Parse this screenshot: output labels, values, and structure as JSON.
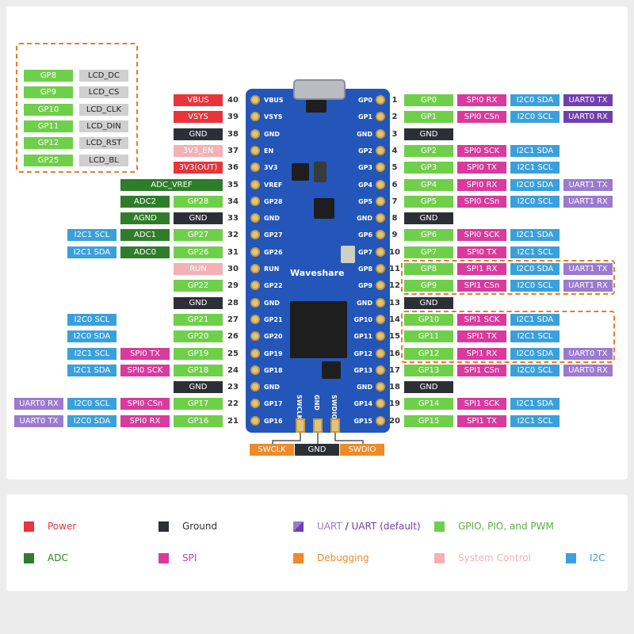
{
  "colors": {
    "power": "#e8343a",
    "ground": "#2d2f36",
    "uart": "#6f3fae",
    "uart_light": "#9b7ad0",
    "gpio": "#6fcf4a",
    "adc": "#2f7d2a",
    "spi": "#d93a9e",
    "debug": "#ef8a2a",
    "sysctl": "#f3b1b5",
    "i2c": "#3aa0dc",
    "lcd": "#cfcfcf"
  },
  "lcd_box": {
    "rows": [
      {
        "gp": "GP8",
        "fn": "LCD_DC"
      },
      {
        "gp": "GP9",
        "fn": "LCD_CS"
      },
      {
        "gp": "GP10",
        "fn": "LCD_CLK"
      },
      {
        "gp": "GP11",
        "fn": "LCD_DIN"
      },
      {
        "gp": "GP12",
        "fn": "LCD_RST"
      },
      {
        "gp": "GP25",
        "fn": "LCD_BL"
      }
    ]
  },
  "left_pins": [
    {
      "num": "40",
      "board": "VBUS",
      "labels": [
        {
          "t": "VBUS",
          "c": "power"
        }
      ]
    },
    {
      "num": "39",
      "board": "VSYS",
      "labels": [
        {
          "t": "VSYS",
          "c": "power"
        }
      ]
    },
    {
      "num": "38",
      "board": "GND",
      "labels": [
        {
          "t": "GND",
          "c": "ground"
        }
      ]
    },
    {
      "num": "37",
      "board": "EN",
      "labels": [
        {
          "t": "3V3_EN",
          "c": "sysctl"
        }
      ]
    },
    {
      "num": "36",
      "board": "3V3",
      "labels": [
        {
          "t": "3V3(OUT)",
          "c": "power"
        }
      ]
    },
    {
      "num": "35",
      "board": "VREF",
      "labels": [
        {
          "t": "ADC_VREF",
          "c": "adc"
        }
      ]
    },
    {
      "num": "34",
      "board": "GP28",
      "labels": [
        {
          "t": "GP28",
          "c": "gpio"
        },
        {
          "t": "ADC2",
          "c": "adc"
        }
      ]
    },
    {
      "num": "33",
      "board": "GND",
      "labels": [
        {
          "t": "GND",
          "c": "ground"
        },
        {
          "t": "AGND",
          "c": "adc"
        }
      ]
    },
    {
      "num": "32",
      "board": "GP27",
      "labels": [
        {
          "t": "GP27",
          "c": "gpio"
        },
        {
          "t": "ADC1",
          "c": "adc"
        },
        {
          "t": "I2C1 SCL",
          "c": "i2c"
        }
      ]
    },
    {
      "num": "31",
      "board": "GP26",
      "labels": [
        {
          "t": "GP26",
          "c": "gpio"
        },
        {
          "t": "ADC0",
          "c": "adc"
        },
        {
          "t": "I2C1 SDA",
          "c": "i2c"
        }
      ]
    },
    {
      "num": "30",
      "board": "RUN",
      "labels": [
        {
          "t": "RUN",
          "c": "sysctl"
        }
      ]
    },
    {
      "num": "29",
      "board": "GP22",
      "labels": [
        {
          "t": "GP22",
          "c": "gpio"
        }
      ]
    },
    {
      "num": "28",
      "board": "GND",
      "labels": [
        {
          "t": "GND",
          "c": "ground"
        }
      ]
    },
    {
      "num": "27",
      "board": "GP21",
      "labels": [
        {
          "t": "GP21",
          "c": "gpio"
        },
        {
          "t": "",
          "c": ""
        },
        {
          "t": "I2C0 SCL",
          "c": "i2c"
        }
      ]
    },
    {
      "num": "26",
      "board": "GP20",
      "labels": [
        {
          "t": "GP20",
          "c": "gpio"
        },
        {
          "t": "",
          "c": ""
        },
        {
          "t": "I2C0 SDA",
          "c": "i2c"
        }
      ]
    },
    {
      "num": "25",
      "board": "GP19",
      "labels": [
        {
          "t": "GP19",
          "c": "gpio"
        },
        {
          "t": "SPI0 TX",
          "c": "spi"
        },
        {
          "t": "I2C1 SCL",
          "c": "i2c"
        }
      ]
    },
    {
      "num": "24",
      "board": "GP18",
      "labels": [
        {
          "t": "GP18",
          "c": "gpio"
        },
        {
          "t": "SPI0 SCK",
          "c": "spi"
        },
        {
          "t": "I2C1 SDA",
          "c": "i2c"
        }
      ]
    },
    {
      "num": "23",
      "board": "GND",
      "labels": [
        {
          "t": "GND",
          "c": "ground"
        }
      ]
    },
    {
      "num": "22",
      "board": "GP17",
      "labels": [
        {
          "t": "GP17",
          "c": "gpio"
        },
        {
          "t": "SPI0 CSn",
          "c": "spi"
        },
        {
          "t": "I2C0 SCL",
          "c": "i2c"
        },
        {
          "t": "UART0 RX",
          "c": "uart_light"
        }
      ]
    },
    {
      "num": "21",
      "board": "GP16",
      "labels": [
        {
          "t": "GP16",
          "c": "gpio"
        },
        {
          "t": "SPI0 RX",
          "c": "spi"
        },
        {
          "t": "I2C0 SDA",
          "c": "i2c"
        },
        {
          "t": "UART0 TX",
          "c": "uart_light"
        }
      ]
    }
  ],
  "right_pins": [
    {
      "num": "1",
      "board": "GP0",
      "labels": [
        {
          "t": "GP0",
          "c": "gpio"
        },
        {
          "t": "SPI0 RX",
          "c": "spi"
        },
        {
          "t": "I2C0 SDA",
          "c": "i2c"
        },
        {
          "t": "UART0 TX",
          "c": "uart"
        }
      ]
    },
    {
      "num": "2",
      "board": "GP1",
      "labels": [
        {
          "t": "GP1",
          "c": "gpio"
        },
        {
          "t": "SPI0 CSn",
          "c": "spi"
        },
        {
          "t": "I2C0 SCL",
          "c": "i2c"
        },
        {
          "t": "UART0 RX",
          "c": "uart"
        }
      ]
    },
    {
      "num": "3",
      "board": "GND",
      "labels": [
        {
          "t": "GND",
          "c": "ground"
        }
      ]
    },
    {
      "num": "4",
      "board": "GP2",
      "labels": [
        {
          "t": "GP2",
          "c": "gpio"
        },
        {
          "t": "SPI0 SCK",
          "c": "spi"
        },
        {
          "t": "I2C1 SDA",
          "c": "i2c"
        }
      ]
    },
    {
      "num": "5",
      "board": "GP3",
      "labels": [
        {
          "t": "GP3",
          "c": "gpio"
        },
        {
          "t": "SPI0 TX",
          "c": "spi"
        },
        {
          "t": "I2C1 SCL",
          "c": "i2c"
        }
      ]
    },
    {
      "num": "6",
      "board": "GP4",
      "labels": [
        {
          "t": "GP4",
          "c": "gpio"
        },
        {
          "t": "SPI0 RX",
          "c": "spi"
        },
        {
          "t": "I2C0 SDA",
          "c": "i2c"
        },
        {
          "t": "UART1 TX",
          "c": "uart_light"
        }
      ]
    },
    {
      "num": "7",
      "board": "GP5",
      "labels": [
        {
          "t": "GP5",
          "c": "gpio"
        },
        {
          "t": "SPI0 CSn",
          "c": "spi"
        },
        {
          "t": "I2C0 SCL",
          "c": "i2c"
        },
        {
          "t": "UART1 RX",
          "c": "uart_light"
        }
      ]
    },
    {
      "num": "8",
      "board": "GND",
      "labels": [
        {
          "t": "GND",
          "c": "ground"
        }
      ]
    },
    {
      "num": "9",
      "board": "GP6",
      "labels": [
        {
          "t": "GP6",
          "c": "gpio"
        },
        {
          "t": "SPI0 SCK",
          "c": "spi"
        },
        {
          "t": "I2C1 SDA",
          "c": "i2c"
        }
      ]
    },
    {
      "num": "10",
      "board": "GP7",
      "labels": [
        {
          "t": "GP7",
          "c": "gpio"
        },
        {
          "t": "SPI0 TX",
          "c": "spi"
        },
        {
          "t": "I2C1 SCL",
          "c": "i2c"
        }
      ]
    },
    {
      "num": "11",
      "board": "GP8",
      "labels": [
        {
          "t": "GP8",
          "c": "gpio"
        },
        {
          "t": "SPI1 RX",
          "c": "spi"
        },
        {
          "t": "I2C0 SDA",
          "c": "i2c"
        },
        {
          "t": "UART1 TX",
          "c": "uart_light"
        }
      ]
    },
    {
      "num": "12",
      "board": "GP9",
      "labels": [
        {
          "t": "GP9",
          "c": "gpio"
        },
        {
          "t": "SPI1 CSn",
          "c": "spi"
        },
        {
          "t": "I2C0 SCL",
          "c": "i2c"
        },
        {
          "t": "UART1 RX",
          "c": "uart_light"
        }
      ]
    },
    {
      "num": "13",
      "board": "GND",
      "labels": [
        {
          "t": "GND",
          "c": "ground"
        }
      ]
    },
    {
      "num": "14",
      "board": "GP10",
      "labels": [
        {
          "t": "GP10",
          "c": "gpio"
        },
        {
          "t": "SPI1 SCK",
          "c": "spi"
        },
        {
          "t": "I2C1 SDA",
          "c": "i2c"
        }
      ]
    },
    {
      "num": "15",
      "board": "GP11",
      "labels": [
        {
          "t": "GP11",
          "c": "gpio"
        },
        {
          "t": "SPI1 TX",
          "c": "spi"
        },
        {
          "t": "I2C1 SCL",
          "c": "i2c"
        }
      ]
    },
    {
      "num": "16",
      "board": "GP12",
      "labels": [
        {
          "t": "GP12",
          "c": "gpio"
        },
        {
          "t": "SPI1 RX",
          "c": "spi"
        },
        {
          "t": "I2C0 SDA",
          "c": "i2c"
        },
        {
          "t": "UART0 TX",
          "c": "uart_light"
        }
      ]
    },
    {
      "num": "17",
      "board": "GP13",
      "labels": [
        {
          "t": "GP13",
          "c": "gpio"
        },
        {
          "t": "SPI1 CSn",
          "c": "spi"
        },
        {
          "t": "I2C0 SCL",
          "c": "i2c"
        },
        {
          "t": "UART0 RX",
          "c": "uart_light"
        }
      ]
    },
    {
      "num": "18",
      "board": "GND",
      "labels": [
        {
          "t": "GND",
          "c": "ground"
        }
      ]
    },
    {
      "num": "19",
      "board": "GP14",
      "labels": [
        {
          "t": "GP14",
          "c": "gpio"
        },
        {
          "t": "SPI1 SCK",
          "c": "spi"
        },
        {
          "t": "I2C1 SDA",
          "c": "i2c"
        }
      ]
    },
    {
      "num": "20",
      "board": "GP15",
      "labels": [
        {
          "t": "GP15",
          "c": "gpio"
        },
        {
          "t": "SPI1 TX",
          "c": "spi"
        },
        {
          "t": "I2C1 SCL",
          "c": "i2c"
        }
      ]
    }
  ],
  "debug_labels": [
    {
      "t": "SWCLK",
      "c": "debug"
    },
    {
      "t": "GND",
      "c": "ground"
    },
    {
      "t": "SWDIO",
      "c": "debug"
    }
  ],
  "board_text": {
    "brand": "Waveshare",
    "swclk": "SWCLK",
    "gnd": "GND",
    "swdio": "SWDIO"
  },
  "legend": {
    "power": "Power",
    "ground": "Ground",
    "uart_part1": "UART",
    "uart_sep": " / ",
    "uart_part2": "UART (default)",
    "gpio": "GPIO, PIO, and PWM",
    "adc": "ADC",
    "spi": "SPI",
    "debug": "Debugging",
    "sysctl": "System Control",
    "i2c": "I2C"
  }
}
